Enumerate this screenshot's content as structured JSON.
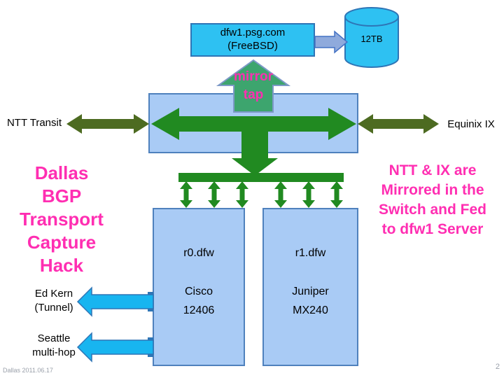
{
  "colors": {
    "cyan": "#2ec1f2",
    "panel_blue": "#a9cbf5",
    "panel_border": "#4f81bd",
    "green": "#218a21",
    "olive": "#4d6b21",
    "magenta": "#ff2eb2",
    "connector_blue": "#8faadc",
    "cyan_arrow": "#18b5f0",
    "mirror_green": "#3da56e"
  },
  "nodes": {
    "server": {
      "line1": "dfw1.psg.com",
      "line2": "(FreeBSD)"
    },
    "storage": {
      "label": "12TB"
    },
    "mirror_tap": {
      "line1": "mirror",
      "line2": "tap"
    },
    "router0": {
      "name": "r0.dfw",
      "vendor": "Cisco",
      "model": "12406"
    },
    "router1": {
      "name": "r1.dfw",
      "vendor": "Juniper",
      "model": "MX240"
    }
  },
  "links": {
    "left": "NTT Transit",
    "right": "Equinix IX",
    "tunnel": {
      "line1": "Ed Kern",
      "line2": "(Tunnel)"
    },
    "seattle": {
      "line1": "Seattle",
      "line2": "multi-hop"
    }
  },
  "annotations": {
    "title_lines": [
      "Dallas",
      "BGP",
      "Transport",
      "Capture",
      "Hack"
    ],
    "note_lines": [
      "NTT & IX are",
      "Mirrored in the",
      "Switch and Fed",
      "to dfw1 Server"
    ]
  },
  "footer": {
    "date": "Dallas 2011.06.17",
    "page": "2"
  }
}
